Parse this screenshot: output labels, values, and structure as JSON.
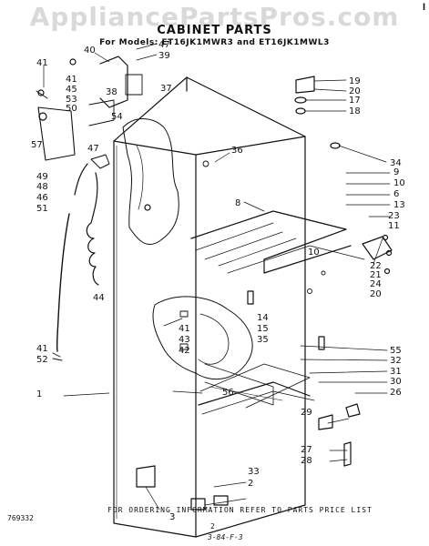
{
  "watermark": "AppliancePartsPros.com",
  "corner_mark": "I",
  "title": "CABINET PARTS",
  "subtitle": "For Models: ET16JK1MWR3  and ET16JK1MWL3",
  "footer": {
    "order_info": "FOR ORDERING INFORMATION REFER TO PARTS PRICE LIST",
    "doc_code": "769332",
    "page_number": "2",
    "handwritten": "3-84-F-3"
  },
  "callouts": [
    {
      "id": "c47a",
      "label": "47"
    },
    {
      "id": "c39",
      "label": "39"
    },
    {
      "id": "c40",
      "label": "40"
    },
    {
      "id": "c41a",
      "label": "41"
    },
    {
      "id": "c41b",
      "label": "41"
    },
    {
      "id": "c45",
      "label": "45"
    },
    {
      "id": "c38",
      "label": "38"
    },
    {
      "id": "c53",
      "label": "53"
    },
    {
      "id": "c37",
      "label": "37"
    },
    {
      "id": "c50",
      "label": "50"
    },
    {
      "id": "c54",
      "label": "54"
    },
    {
      "id": "c57",
      "label": "57"
    },
    {
      "id": "c19",
      "label": "19"
    },
    {
      "id": "c20a",
      "label": "20"
    },
    {
      "id": "c17",
      "label": "17"
    },
    {
      "id": "c18",
      "label": "18"
    },
    {
      "id": "c36",
      "label": "36"
    },
    {
      "id": "c34",
      "label": "34"
    },
    {
      "id": "c47b",
      "label": "47"
    },
    {
      "id": "c49",
      "label": "49"
    },
    {
      "id": "c48",
      "label": "48"
    },
    {
      "id": "c46",
      "label": "46"
    },
    {
      "id": "c51",
      "label": "51"
    },
    {
      "id": "c9",
      "label": "9"
    },
    {
      "id": "c10a",
      "label": "10"
    },
    {
      "id": "c6",
      "label": "6"
    },
    {
      "id": "c13",
      "label": "13"
    },
    {
      "id": "c8",
      "label": "8"
    },
    {
      "id": "c23",
      "label": "23"
    },
    {
      "id": "c11",
      "label": "11"
    },
    {
      "id": "c10b",
      "label": "10"
    },
    {
      "id": "c22",
      "label": "22"
    },
    {
      "id": "c21",
      "label": "21"
    },
    {
      "id": "c24",
      "label": "24"
    },
    {
      "id": "c20b",
      "label": "20"
    },
    {
      "id": "c44",
      "label": "44"
    },
    {
      "id": "c14",
      "label": "14"
    },
    {
      "id": "c15",
      "label": "15"
    },
    {
      "id": "c35",
      "label": "35"
    },
    {
      "id": "c41c",
      "label": "41"
    },
    {
      "id": "c43",
      "label": "43"
    },
    {
      "id": "c42",
      "label": "42"
    },
    {
      "id": "c55",
      "label": "55"
    },
    {
      "id": "c32",
      "label": "32"
    },
    {
      "id": "c31",
      "label": "31"
    },
    {
      "id": "c30",
      "label": "30"
    },
    {
      "id": "c26",
      "label": "26"
    },
    {
      "id": "c41d",
      "label": "41"
    },
    {
      "id": "c52",
      "label": "52"
    },
    {
      "id": "c1",
      "label": "1"
    },
    {
      "id": "c56",
      "label": "56"
    },
    {
      "id": "c29",
      "label": "29"
    },
    {
      "id": "c27",
      "label": "27"
    },
    {
      "id": "c28",
      "label": "28"
    },
    {
      "id": "c33",
      "label": "33"
    },
    {
      "id": "c2",
      "label": "2"
    },
    {
      "id": "c3",
      "label": "3"
    }
  ]
}
